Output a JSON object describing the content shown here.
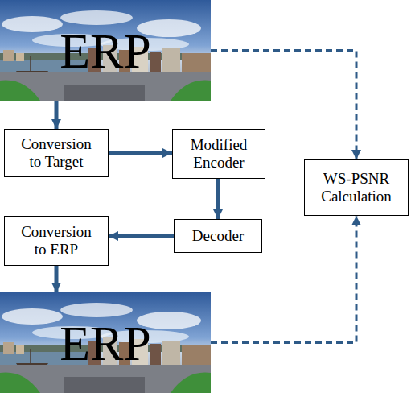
{
  "diagram": {
    "nodes": [
      {
        "text": [
          "ERP"
        ]
      },
      {
        "text": [
          "Conversion to Target"
        ]
      },
      {
        "text": [
          "Modified Encoder"
        ]
      },
      {
        "text": [
          "Decoder"
        ]
      },
      {
        "text": [
          "Conversion to ERP"
        ]
      },
      {
        "text": [
          "ERP"
        ]
      },
      {
        "text": [
          "WS-PSNR Calculation"
        ]
      }
    ],
    "edges": [
      {
        "from": 0,
        "to": 1,
        "arrow": "to"
      },
      {
        "from": 1,
        "to": 2,
        "arrow": "to"
      },
      {
        "from": 2,
        "to": 3,
        "arrow": "to"
      },
      {
        "from": 3,
        "to": 4,
        "arrow": "to"
      },
      {
        "from": 4,
        "to": 5,
        "arrow": "to"
      },
      {
        "from": 0,
        "to": 6,
        "arrow": "to"
      },
      {
        "from": 5,
        "to": 6,
        "arrow": "to"
      }
    ]
  }
}
